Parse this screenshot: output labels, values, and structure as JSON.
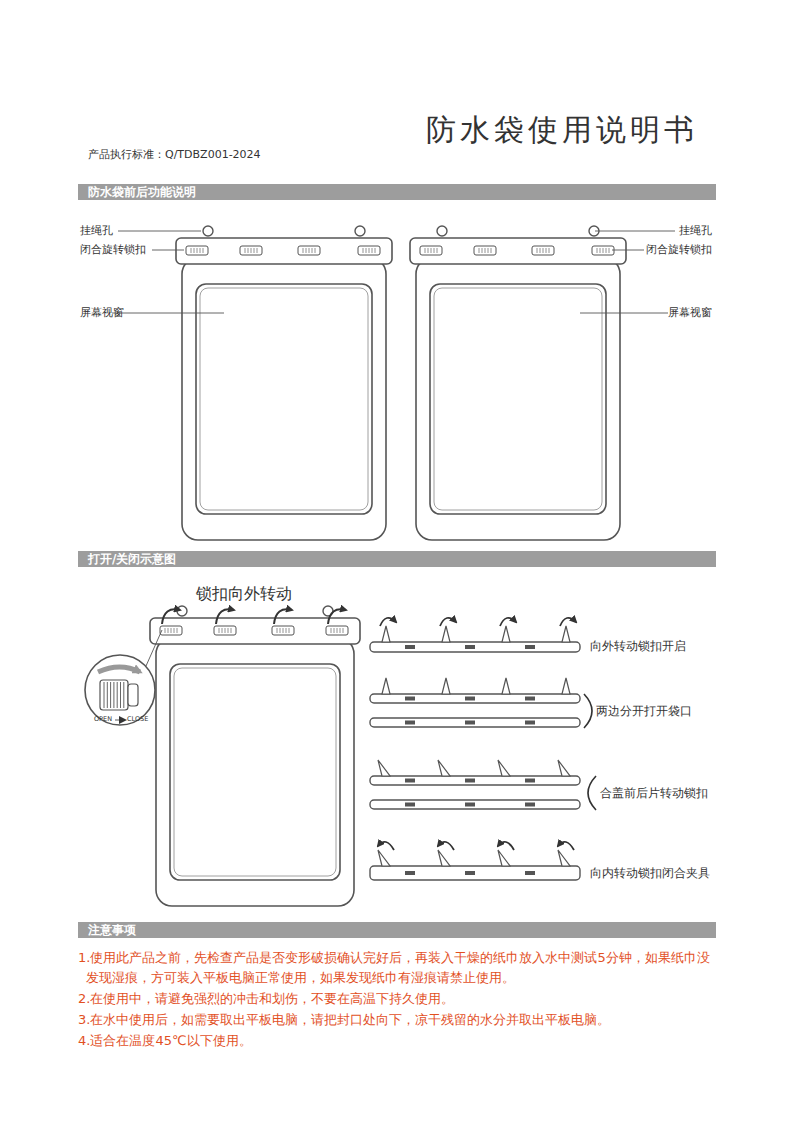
{
  "diagram": {
    "title": "防水袋使用说明书",
    "nodes": [
      {
        "text": [
          "防水袋前后功能说明"
        ]
      },
      {
        "text": [
          "打开/关闭示意图"
        ]
      },
      {
        "text": [
          "注意事项"
        ]
      }
    ],
    "labels": [
      "产品执行标准：Q/TDBZ001-2024",
      "挂绳孔",
      "闭合旋转锁扣",
      "屏幕视窗",
      "挂绳孔",
      "闭合旋转锁扣",
      "屏幕视窗",
      "锁扣向外转动",
      "OPEN",
      "CLOSE",
      "向外转动锁扣开启",
      "两边分开打开袋口",
      "合盖前后片转动锁扣",
      "向内转动锁扣闭合夹具",
      "1.使用此产品之前，先检查产品是否变形破损确认完好后，再装入干燥的纸巾放入水中测试5分钟，如果纸巾没发现湿痕，方可装入平板电脑正常使用，如果发现纸巾有湿痕请禁止使用。",
      "2.在使用中，请避免强烈的冲击和划伤，不要在高温下持久使用。",
      "3.在水中使用后，如需要取出平板电脑，请把封口处向下，凉干残留的水分并取出平板电脑。",
      "4.适合在温度45℃以下使用。"
    ]
  }
}
